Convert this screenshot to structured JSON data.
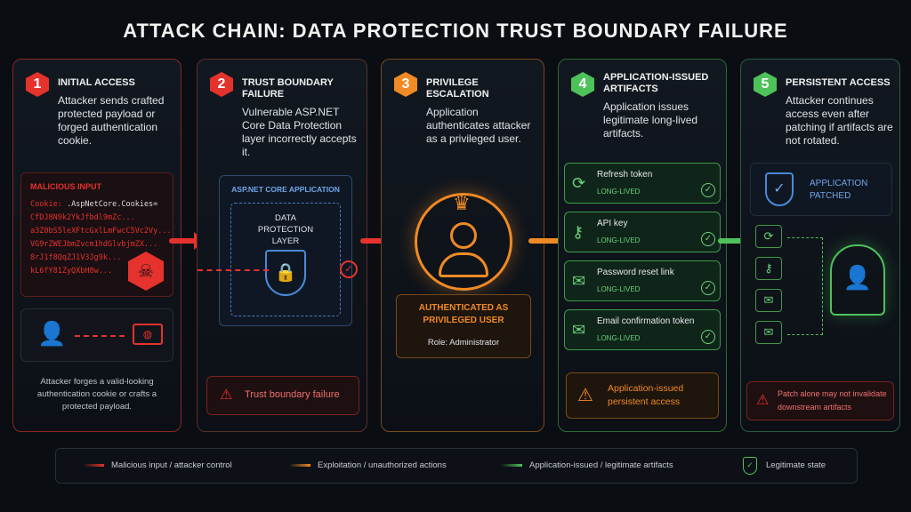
{
  "title": "ATTACK CHAIN: DATA PROTECTION TRUST BOUNDARY FAILURE",
  "steps": [
    {
      "num": "1",
      "title": "INITIAL ACCESS",
      "desc": "Attacker sends crafted protected payload or forged authentication cookie."
    },
    {
      "num": "2",
      "title": "TRUST BOUNDARY FAILURE",
      "desc": "Vulnerable ASP.NET Core Data Protection layer incorrectly accepts it."
    },
    {
      "num": "3",
      "title": "PRIVILEGE ESCALATION",
      "desc": "Application authenticates attacker as a privileged user."
    },
    {
      "num": "4",
      "title": "APPLICATION-ISSUED ARTIFACTS",
      "desc": "Application issues legitimate long-lived artifacts."
    },
    {
      "num": "5",
      "title": "PERSISTENT ACCESS",
      "desc": "Attacker continues access even after patching if artifacts are not rotated."
    }
  ],
  "malicious": {
    "label": "MALICIOUS INPUT",
    "cookie_key": "Cookie:",
    "cookie_name": " .AspNetCore.Cookies=",
    "lines": [
      "CfDJ8N9k2YkJfbdl9mZc...",
      "a3Z0bS5leXFtcGxlLmFwcC5Vc2Vy...",
      "VG9rZWEJbmZvcm1hdGlvbjmZX...",
      "8rJ1f8QqZJ1V3Jg9k...",
      "kL6fY81ZyQXbH8w..."
    ]
  },
  "p1_caption": "Attacker forges a valid-looking authentication cookie or crafts a protected payload.",
  "p2": {
    "app_label": "ASP.NET CORE APPLICATION",
    "layer_label": "DATA PROTECTION LAYER",
    "alert": "Trust boundary failure"
  },
  "p3": {
    "auth": "AUTHENTICATED AS PRIVILEGED USER",
    "role": "Role: Administrator"
  },
  "artifacts": [
    {
      "name": "Refresh token",
      "sub": "LONG-LIVED",
      "icon": "refresh-icon"
    },
    {
      "name": "API key",
      "sub": "LONG-LIVED",
      "icon": "key-icon"
    },
    {
      "name": "Password reset link",
      "sub": "LONG-LIVED",
      "icon": "envelope-icon"
    },
    {
      "name": "Email confirmation token",
      "sub": "LONG-LIVED",
      "icon": "envelope-icon"
    }
  ],
  "p4_alert": "Application-issued persistent access",
  "p5": {
    "patched": "APPLICATION PATCHED",
    "alert": "Patch alone may not invalidate downstream artifacts"
  },
  "legend": [
    "Malicious input / attacker control",
    "Exploitation / unauthorized actions",
    "Application-issued / legitimate artifacts",
    "Legitimate state"
  ],
  "colors": {
    "red": "#e5322d",
    "orange": "#f08a24",
    "green": "#4ec25a",
    "blue": "#4a8ad8"
  }
}
